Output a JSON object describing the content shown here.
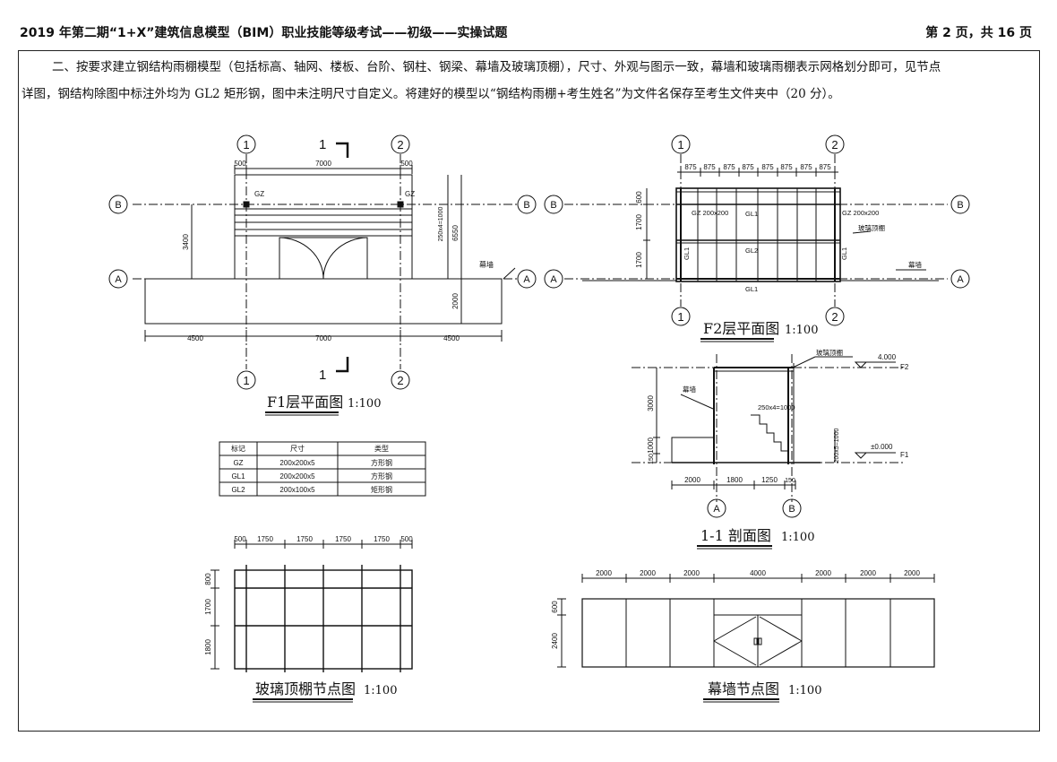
{
  "header": {
    "left": "2019 年第二期“1+X”建筑信息模型（BIM）职业技能等级考试——初级——实操试题",
    "right": "第 2 页，共 16 页"
  },
  "question": {
    "line1": "二、按要求建立钢结构雨棚模型（包括标高、轴网、楼板、台阶、钢柱、钢梁、幕墙及玻璃顶棚），尺寸、外观与图示一致，幕墙和玻璃雨棚表示网格划分即可，见节点",
    "line2": "详图，钢结构除图中标注外均为 GL2 矩形钢，图中未注明尺寸自定义。将建好的模型以“钢结构雨棚+考生姓名”为文件名保存至考生文件夹中（20 分）。"
  },
  "axes": {
    "ax1": "1",
    "ax2": "2",
    "axA": "A",
    "axB": "B"
  },
  "f1": {
    "title": "F1层平面图",
    "scale": "1:100",
    "section_mark": "1",
    "dim_top": [
      "500",
      "7000",
      "500"
    ],
    "dim_bottom": [
      "4500",
      "7000",
      "4500"
    ],
    "dim_3400": "3400",
    "dim_stair": "250x4=1000",
    "dim_6550": "6550",
    "dim_2000": "2000",
    "gz": "GZ",
    "curtain": "幕墙"
  },
  "table": {
    "headers": [
      "标记",
      "尺寸",
      "类型"
    ],
    "rows": [
      [
        "GZ",
        "200x200x5",
        "方形钢"
      ],
      [
        "GL1",
        "200x200x5",
        "方形钢"
      ],
      [
        "GL2",
        "200x100x5",
        "矩形钢"
      ]
    ]
  },
  "f2": {
    "title": "F2层平面图",
    "scale": "1:100",
    "dims": [
      "875",
      "875",
      "875",
      "875",
      "875",
      "875",
      "875",
      "875"
    ],
    "dim_600": "600",
    "dim_1700a": "1700",
    "dim_1700b": "1700",
    "gz_left": "GZ 200x200",
    "gz_right": "GZ 200x200",
    "gl1_top": "GL1",
    "gl2": "GL2",
    "gl1_bottom": "GL1",
    "gl1_left": "GL1",
    "gl1_right": "GL1",
    "glass_roof": "玻璃顶棚",
    "curtain": "幕墙"
  },
  "sec": {
    "title": "1-1 剖面图",
    "scale": "1:100",
    "glass_roof": "玻璃顶棚",
    "curtain": "幕墙",
    "lvl_top": "4.000",
    "lvl_f2": "F2",
    "lvl_0": "±0.000",
    "lvl_f1": "F1",
    "dim_3000": "3000",
    "dim_1000": "1000",
    "dim_150": "150",
    "dim_stairs": "250x4=1000",
    "dim_200": "200x5=1000",
    "bottom": [
      "2000",
      "1800",
      "1250",
      "150"
    ]
  },
  "roof": {
    "title": "玻璃顶棚节点图",
    "scale": "1:100",
    "dims": [
      "500",
      "1750",
      "1750",
      "1750",
      "1750",
      "500"
    ],
    "side": [
      "800",
      "1700",
      "1800"
    ]
  },
  "cw": {
    "title": "幕墙节点图",
    "scale": "1:100",
    "dims": [
      "2000",
      "2000",
      "2000",
      "4000",
      "2000",
      "2000",
      "2000"
    ],
    "side": [
      "600",
      "2400"
    ]
  }
}
